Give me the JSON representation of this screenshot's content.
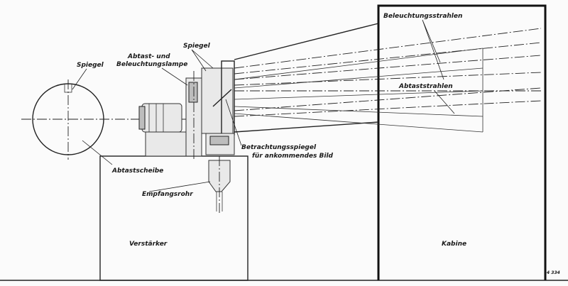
{
  "labels": {
    "spiegel_left": "Spiegel",
    "abtast_lampe_1": "Abtast- und",
    "abtast_lampe_2": "Beleuchtungslampe",
    "spiegel_top": "Spiegel",
    "beleuchtungsstrahlen": "Beleuchtungsstrahlen",
    "abtaststrahlen": "Abtaststrahlen",
    "betrachtungsspiegel_1": "Betrachtungsspiegel",
    "betrachtungsspiegel_2": "für ankommendes Bild",
    "abtastscheibe": "Abtastscheibe",
    "empfangsrohr": "Empfangsrohr",
    "verstaerker": "Verstärker",
    "kabine": "Kabine",
    "corner_mark": "4 334"
  }
}
